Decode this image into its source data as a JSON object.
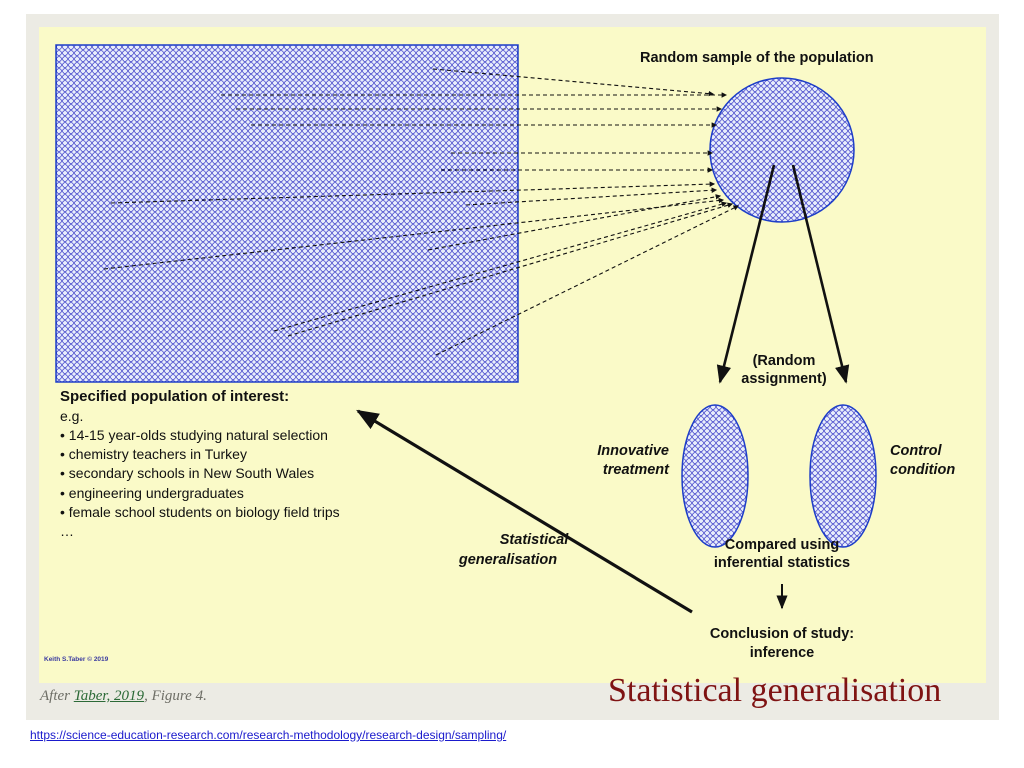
{
  "labels": {
    "random_sample": "Random sample of the population",
    "random_assignment_1": "(Random",
    "random_assignment_2": "assignment)",
    "innovative_1": "Innovative",
    "innovative_2": "treatment",
    "control_1": "Control",
    "control_2": "condition",
    "compared_1": "Compared using",
    "compared_2": "inferential statistics",
    "conclusion_1": "Conclusion of study:",
    "conclusion_2": "inference",
    "statgen_1": "Statistical",
    "statgen_2": "generalisation",
    "population_heading": "Specified population of interest:",
    "population_eg": "e.g.",
    "population_items": [
      "• 14-15 year-olds studying natural selection",
      "• chemistry teachers in Turkey",
      "• secondary schools in New South Wales",
      "• engineering undergraduates",
      "• female school students on biology field trips"
    ],
    "population_ellipsis": "…",
    "copyright": "Keith S.Taber © 2019"
  },
  "caption": {
    "prefix": "After ",
    "link": "Taber, 2019",
    "suffix": ", Figure 4."
  },
  "slide_title": "Statistical generalisation",
  "url": "https://science-education-research.com/research-methodology/research-design/sampling/",
  "colors": {
    "background": "#fafac8",
    "pattern": "#2b2bc2",
    "outline": "#1e3ec8",
    "title": "#7f1313"
  }
}
